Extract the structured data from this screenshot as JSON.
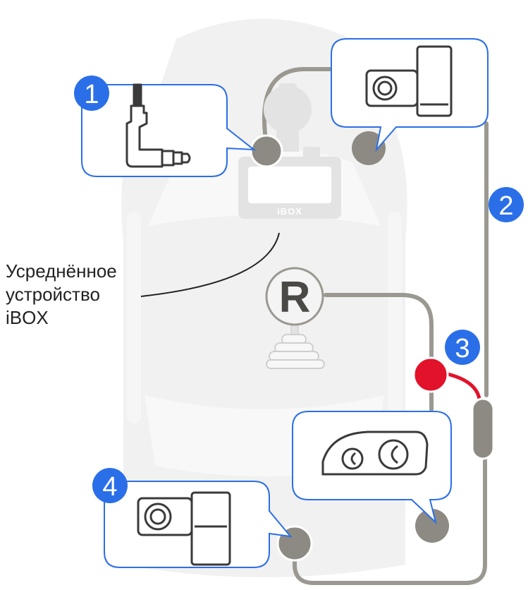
{
  "colors": {
    "accent_blue": "#2b6fe8",
    "wire_gray": "#9a9890",
    "connector_gray": "#8c8a82",
    "alert_red": "#e2122a",
    "car_silhouette": "#f1f1f1",
    "dashcam_gray": "#e3e3e3"
  },
  "steps": [
    {
      "number": "1",
      "icon": "right-angle-audio-jack-icon"
    },
    {
      "number": "2",
      "icon": "power-cable-route"
    },
    {
      "number": "3",
      "icon": "reverse-light-connector"
    },
    {
      "number": "4",
      "icon": "rear-camera-module-icon"
    }
  ],
  "gear_label": "R",
  "device_brand": "iBOX",
  "caption": {
    "line1": "Усреднённое",
    "line2": "устройство",
    "line3": "iBOX"
  },
  "callouts": {
    "top_left": "right-angle-audio-jack-icon",
    "top_right": "radar-module-icon",
    "lower_right": "headlight-icon",
    "bottom_left": "rear-camera-icon"
  }
}
